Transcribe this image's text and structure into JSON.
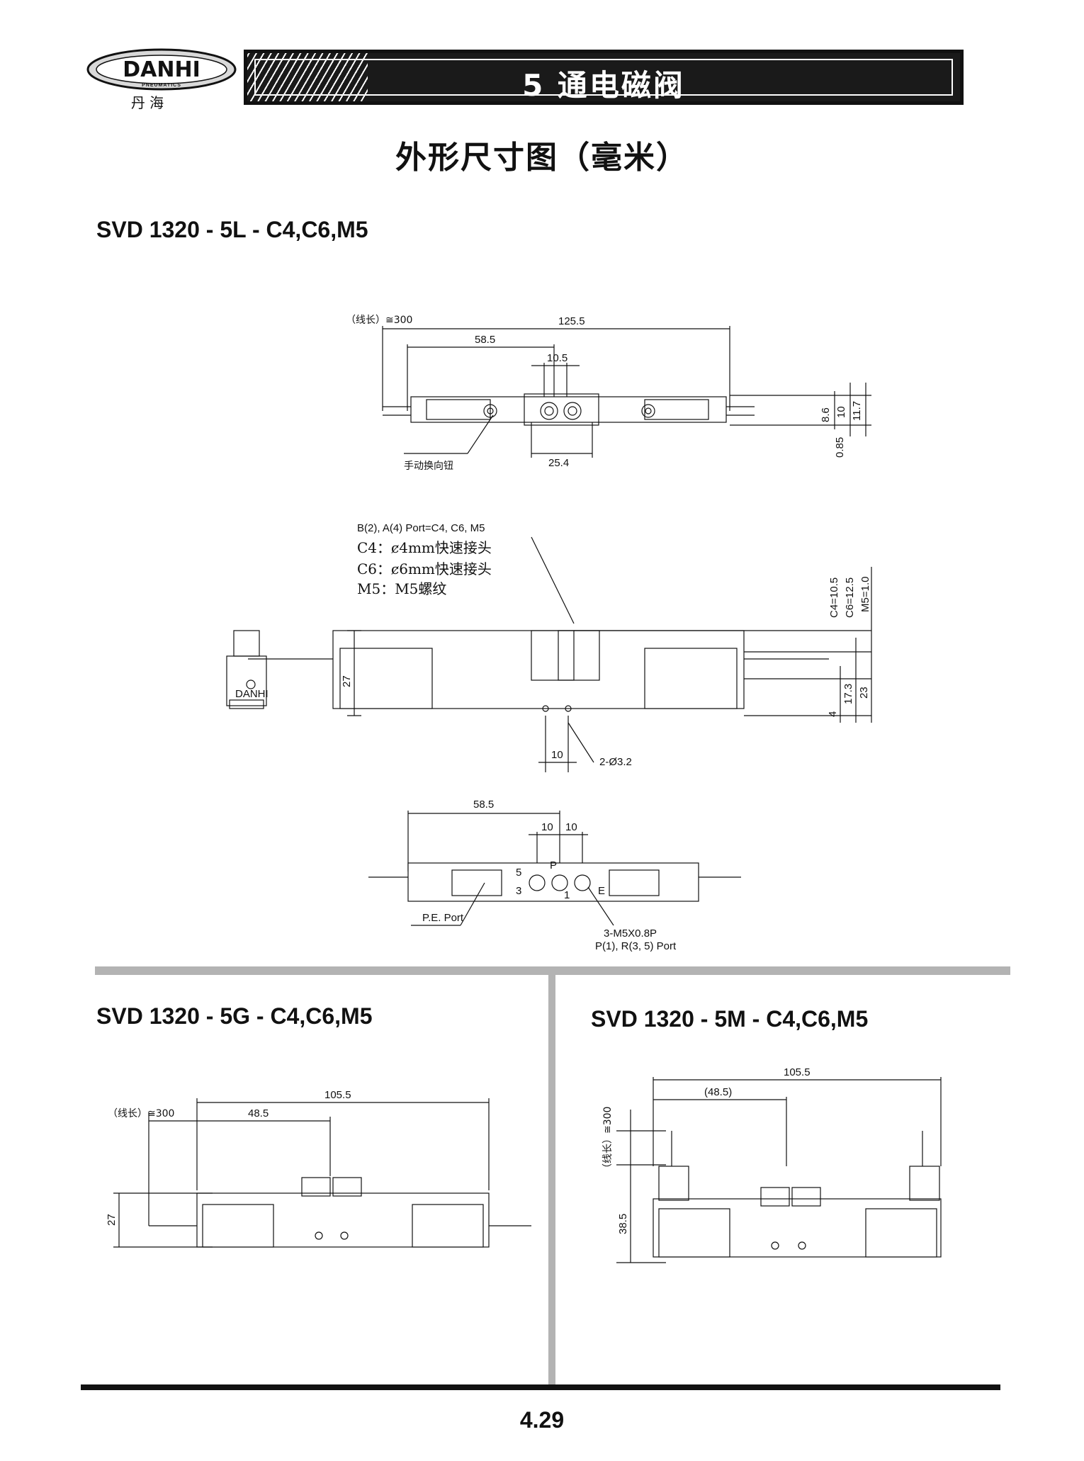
{
  "brand": {
    "logo_text": "DANHI",
    "tagline": "PNEUMATICS",
    "chinese_name": "丹 海"
  },
  "header": {
    "title": "5 通电磁阀"
  },
  "page_heading": "外形尺寸图（毫米）",
  "sections": {
    "l": {
      "title": "SVD 1320 - 5L - C4,C6,M5"
    },
    "g": {
      "title": "SVD 1320 - 5G - C4,C6,M5"
    },
    "m": {
      "title": "SVD 1320 - 5M - C4,C6,M5"
    }
  },
  "top_view": {
    "cable": "（线长）≅300",
    "overall": "125.5",
    "half": "58.5",
    "port": "10.5",
    "pitch": "25.4",
    "manual": "手动换向钮",
    "h1": "8.6",
    "h2": "10",
    "h3": "11.7",
    "h4": "0.85"
  },
  "front_view": {
    "port_label": "B(2), A(4) Port=C4, C6, M5",
    "notes": [
      "C4：ȼ4mm快速接头",
      "C6：ȼ6mm快速接头",
      "M5：M5螺纹"
    ],
    "c4": "C4=10.5",
    "c6": "C6=12.5",
    "m5": "M5=1.0",
    "height": "27",
    "h23": "23",
    "h17": "17.3",
    "h4": "4",
    "spacing": "10",
    "holes": "2-Ø3.2",
    "side_brand": "DANHI"
  },
  "bottom_view": {
    "half": "58.5",
    "left10": "10",
    "right10": "10",
    "pe": "P.E. Port",
    "thread": "3-M5X0.8P",
    "ports": "P(1), R(3, 5) Port",
    "tags": [
      "5",
      "3",
      "P",
      "1",
      "E"
    ]
  },
  "g_view": {
    "cable": "（线长）≅300",
    "overall": "105.5",
    "half": "48.5",
    "height": "27"
  },
  "m_view": {
    "overall": "105.5",
    "half": "(48.5)",
    "cable": "（线长）≅300",
    "height": "38.5"
  },
  "footer": {
    "page": "4.29"
  }
}
